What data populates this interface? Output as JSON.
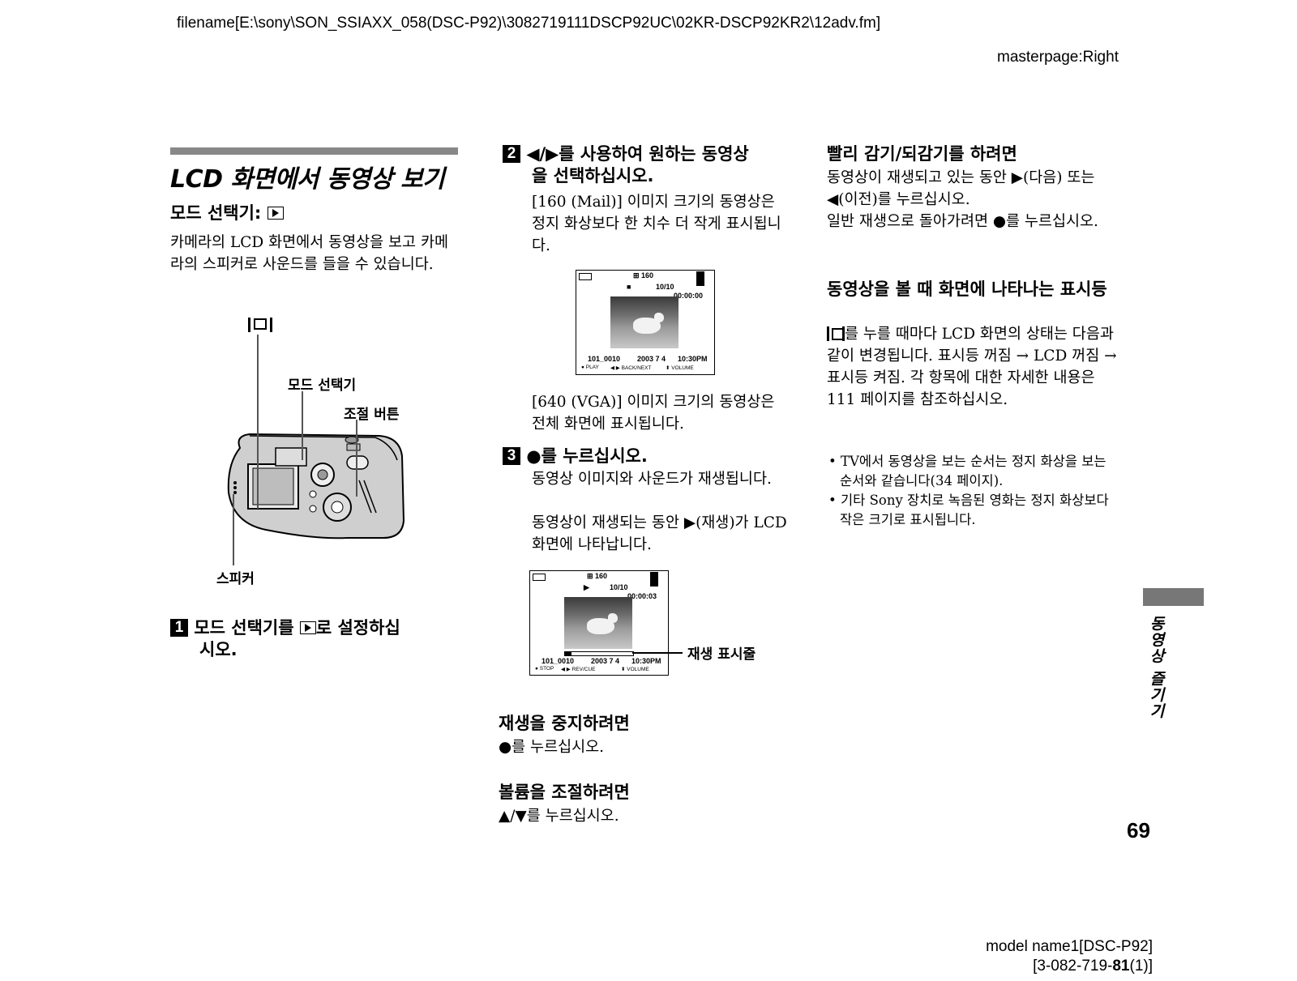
{
  "header": {
    "filename": "filename[E:\\sony\\SON_SSIAXX_058(DSC-P92)\\3082719111DSCP92UC\\02KR-DSCP92KR2\\12adv.fm]",
    "masterpage": "masterpage:Right"
  },
  "col1": {
    "title": "LCD 화면에서 동영상 보기",
    "mode_label": "모드 선택기:",
    "intro": "카메라의 LCD 화면에서 동영상을 보고 카메라의 스피커로 사운드를 들을 수 있습니다.",
    "fig_labels": {
      "mode_selector": "모드 선택기",
      "control_button": "조절 버튼",
      "speaker": "스피커"
    },
    "step1": {
      "num": "1",
      "text_a": "모드 선택기를",
      "text_b": "로 설정하십",
      "text_c": "시오."
    }
  },
  "col2": {
    "step2": {
      "num": "2",
      "title_a": "◀/▶를 사용하여 원하는 동영상",
      "title_b": "을 선택하십시오.",
      "body1": "[160 (Mail)] 이미지 크기의 동영상은 정지 화상보다 한 치수 더 작게 표시됩니다.",
      "body2": "[640 (VGA)] 이미지 크기의 동영상은 전체 화면에 표시됩니다."
    },
    "lcd1": {
      "size": "160",
      "counter": "10/10",
      "time": "00:00:00",
      "file": "101_0010",
      "date": "2003  7  4",
      "clock": "10:30PM",
      "guide_a": "● PLAY",
      "guide_b": "◀ ▶ BACK/NEXT",
      "guide_c": "⬍ VOLUME",
      "status": "■"
    },
    "step3": {
      "num": "3",
      "title": "●를 누르십시오.",
      "body1": "동영상 이미지와 사운드가 재생됩니다.",
      "body2": "동영상이 재생되는 동안 ▶(재생)가 LCD 화면에 나타납니다."
    },
    "lcd2": {
      "size": "160",
      "counter": "10/10",
      "time": "00:00:03",
      "file": "101_0010",
      "date": "2003  7  4",
      "clock": "10:30PM",
      "guide_a": "● STOP",
      "guide_b": "◀ ▶ REV/CUE",
      "guide_c": "⬍ VOLUME",
      "status": "▶",
      "bar_label": "재생 표시줄",
      "progress": 0.1
    },
    "stop": {
      "title": "재생을 중지하려면",
      "body": "●를 누르십시오."
    },
    "volume": {
      "title": "볼륨을 조절하려면",
      "body": "▲/▼를 누르십시오."
    }
  },
  "col3": {
    "ffrew": {
      "title": "빨리 감기/되감기를 하려면",
      "body1": "동영상이 재생되고 있는 동안 ▶(다음) 또는 ◀(이전)를 누르십시오.",
      "body2": "일반 재생으로 돌아가려면 ●를 누르십시오."
    },
    "indicators": {
      "title": "동영상을 볼 때 화면에 나타나는 표시등",
      "body": "를 누를 때마다 LCD 화면의 상태는 다음과 같이 변경됩니다. 표시등 꺼짐 → LCD 꺼짐 → 표시등 켜짐. 각 항목에 대한 자세한 내용은 111 페이지를 참조하십시오."
    },
    "bullets": [
      "TV에서 동영상을 보는 순서는 정지 화상을 보는 순서와 같습니다(34 페이지).",
      "기타 Sony 장치로 녹음된 영화는 정지 화상보다 작은 크기로 표시됩니다."
    ]
  },
  "side_tab": "동영상 즐기기",
  "page_number": "69",
  "footer": {
    "model": "model name1[DSC-P92]",
    "code_a": "[3-082-719-",
    "code_b": "81",
    "code_c": "(1)]"
  }
}
